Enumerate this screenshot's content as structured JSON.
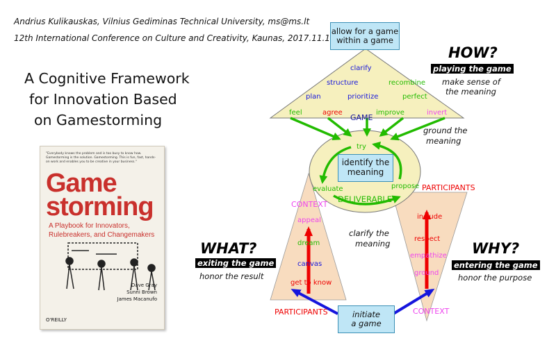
{
  "header": {
    "line1": "Andrius Kulikauskas, Vilnius Gediminas Technical University, ms@ms.lt",
    "line2": "12th International Conference on Culture and Creativity, Kaunas, 2017.11.17"
  },
  "title": {
    "line1": "A Cognitive Framework",
    "line2": "for Innovation Based",
    "line3": "on Gamestorming"
  },
  "book": {
    "blurb": "\"Everybody knows the problem and is too busy to know how. Gamestorming is the solution. Gamestorming. This is fun, fast, hands-on work and enables you to be creative in your business.\"",
    "title1": "Game",
    "title2": "storming",
    "subtitle1": "A Playbook for Innovators,",
    "subtitle2": "Rulebreakers, and Changemakers",
    "author1": "Dave Gray",
    "author2": "Sunni Brown",
    "author3": "James Macanufo",
    "publisher": "O'REILLY"
  },
  "boxes": {
    "top_line1": "allow for a game",
    "top_line2": "within a game",
    "center_line1": "identify the",
    "center_line2": "meaning",
    "bottom_line1": "initiate",
    "bottom_line2": "a game"
  },
  "how": {
    "label": "HOW?",
    "tag": "playing the game",
    "sub1": "make sense of",
    "sub2": "the meaning",
    "ground1": "ground the",
    "ground2": "meaning"
  },
  "what": {
    "label": "WHAT?",
    "tag": "exiting the game",
    "sub": "honor the result"
  },
  "why": {
    "label": "WHY?",
    "tag": "entering the game",
    "sub": "honor the purpose"
  },
  "triangle_top": {
    "clarify": "clarify",
    "structure": "structure",
    "recombine": "recombine",
    "plan": "plan",
    "prioritize": "prioritize",
    "perfect": "perfect",
    "feel": "feel",
    "agree": "agree",
    "improve": "improve",
    "invert": "invert",
    "game": "GAME"
  },
  "circle": {
    "try": "try",
    "evaluate": "evaluate",
    "propose": "propose",
    "deliverable": "DELIVERABLE",
    "clarify1": "clarify the",
    "clarify2": "meaning"
  },
  "left_tri": {
    "context": "CONTEXT",
    "appeal": "appeal",
    "dream": "dream",
    "canvas": "canvas",
    "get_to_know": "get to know",
    "participants": "PARTICIPANTS"
  },
  "right_tri": {
    "participants": "PARTICIPANTS",
    "include": "include",
    "respect": "respect",
    "empathize": "empathize",
    "ground": "ground",
    "context": "CONTEXT"
  },
  "colors": {
    "fill": "#f6f0be",
    "peach": "#f8dcbf",
    "blue_box": "#bfe6f6",
    "green": "#22bb00",
    "red": "#ee0000",
    "blue": "#1515dd",
    "magenta": "#ee44ee",
    "dark_blue": "#101099"
  }
}
